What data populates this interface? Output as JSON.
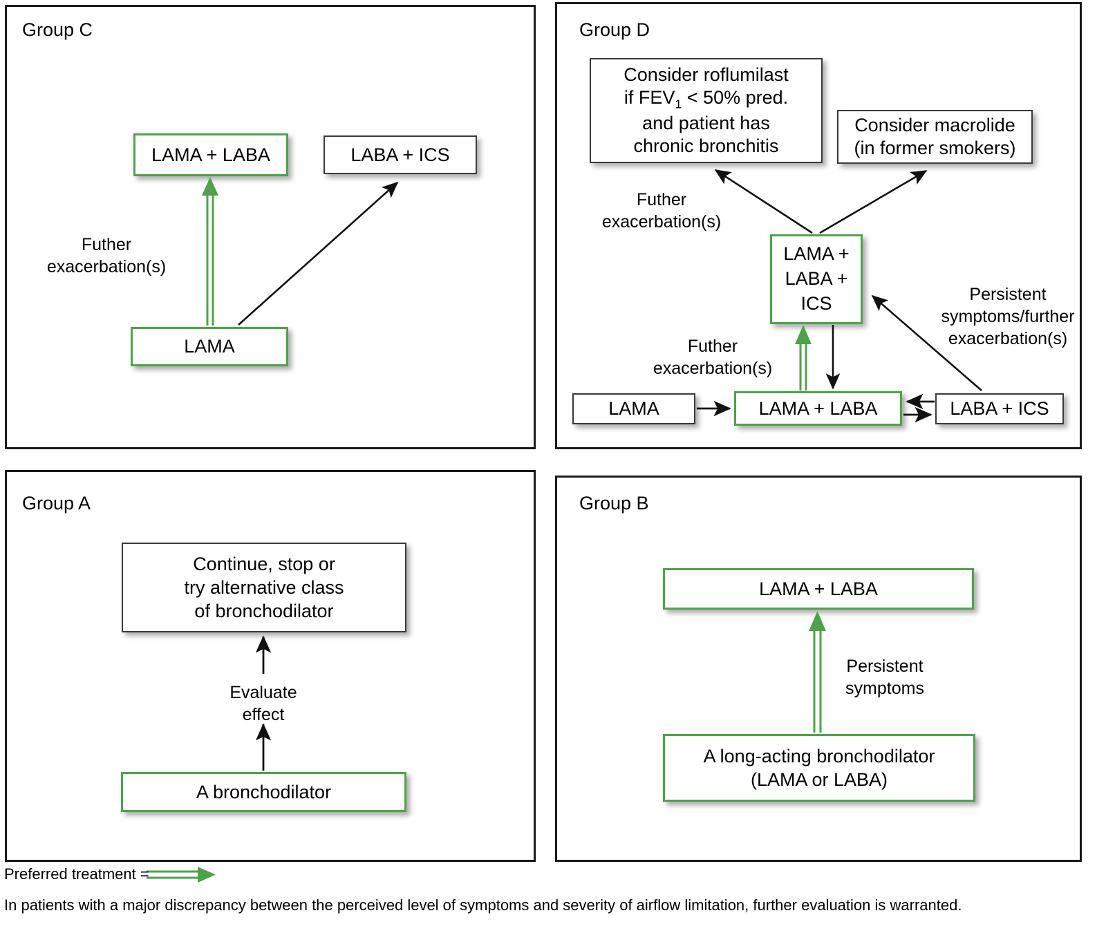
{
  "panels": {
    "group_c": {
      "title": "Group C",
      "boxes": {
        "lama_laba": "LAMA + LABA",
        "laba_ics": "LABA + ICS",
        "lama": "LAMA"
      },
      "labels": {
        "further_exacerbations": "Futher\nexacerbation(s)"
      }
    },
    "group_d": {
      "title": "Group D",
      "boxes": {
        "roflumilast_line1": "Consider roflumilast",
        "roflumilast_line2_a": "if FEV",
        "roflumilast_line2_sub": "1",
        "roflumilast_line2_b": " < 50% pred.",
        "roflumilast_line3": "and patient has",
        "roflumilast_line4": "chronic bronchitis",
        "macrolide_line1": "Consider macrolide",
        "macrolide_line2": "(in former smokers)",
        "triple_line1": "LAMA +",
        "triple_line2": "LABA +",
        "triple_line3": "ICS",
        "lama": "LAMA",
        "lama_laba": "LAMA + LABA",
        "laba_ics": "LABA + ICS"
      },
      "labels": {
        "further_exacerbations_top": "Futher\nexacerbation(s)",
        "further_exacerbations_mid": "Futher\nexacerbation(s)",
        "persistent": "Persistent\nsymptoms/further\nexacerbation(s)"
      }
    },
    "group_a": {
      "title": "Group A",
      "boxes": {
        "continue_line1": "Continue, stop or",
        "continue_line2": "try alternative class",
        "continue_line3": "of bronchodilator",
        "bronchodilator": "A bronchodilator"
      },
      "labels": {
        "evaluate_effect": "Evaluate\neffect"
      }
    },
    "group_b": {
      "title": "Group B",
      "boxes": {
        "lama_laba": "LAMA + LABA",
        "long_acting_line1": "A long-acting bronchodilator",
        "long_acting_line2": "(LAMA or LABA)"
      },
      "labels": {
        "persistent_symptoms": "Persistent\nsymptoms"
      }
    }
  },
  "footer": {
    "legend_label": "Preferred treatment  =",
    "note": "In patients with a major discrepancy between the perceived level of symptoms and severity of airflow limitation, further evaluation is warranted."
  },
  "colors": {
    "preferred_green": "#4fa24a",
    "box_border_grey": "#3a3a3a",
    "panel_border": "#1a1a1a",
    "arrow_black": "#111111"
  }
}
